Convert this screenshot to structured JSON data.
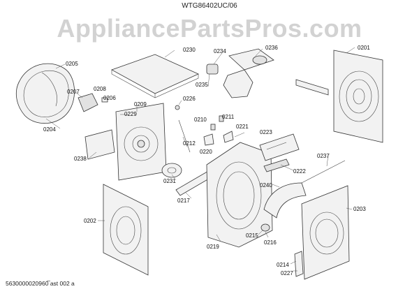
{
  "title": "WTG86402UC/06",
  "watermark": "AppliancePartsPros.com",
  "footer": "5630000020960̅ ast 002 a",
  "labels": {
    "l0201": "0201",
    "l0202": "0202",
    "l0203": "0203",
    "l0204": "0204",
    "l0205": "0205",
    "l0206": "0206",
    "l0207": "0207",
    "l0208": "0208",
    "l0209": "0209",
    "l0210": "0210",
    "l0211": "0211",
    "l0212": "0212",
    "l0214": "0214",
    "l0215": "0215",
    "l0216": "0216",
    "l0217": "0217",
    "l0219": "0219",
    "l0220": "0220",
    "l0221": "0221",
    "l0222": "0222",
    "l0223": "0223",
    "l0226": "0226",
    "l0227": "0227",
    "l0229": "0229",
    "l0230": "0230",
    "l0231": "0231",
    "l0234": "0234",
    "l0235": "0235",
    "l0236": "0236",
    "l0237": "0237",
    "l0238": "0238",
    "l0240": "0240"
  }
}
